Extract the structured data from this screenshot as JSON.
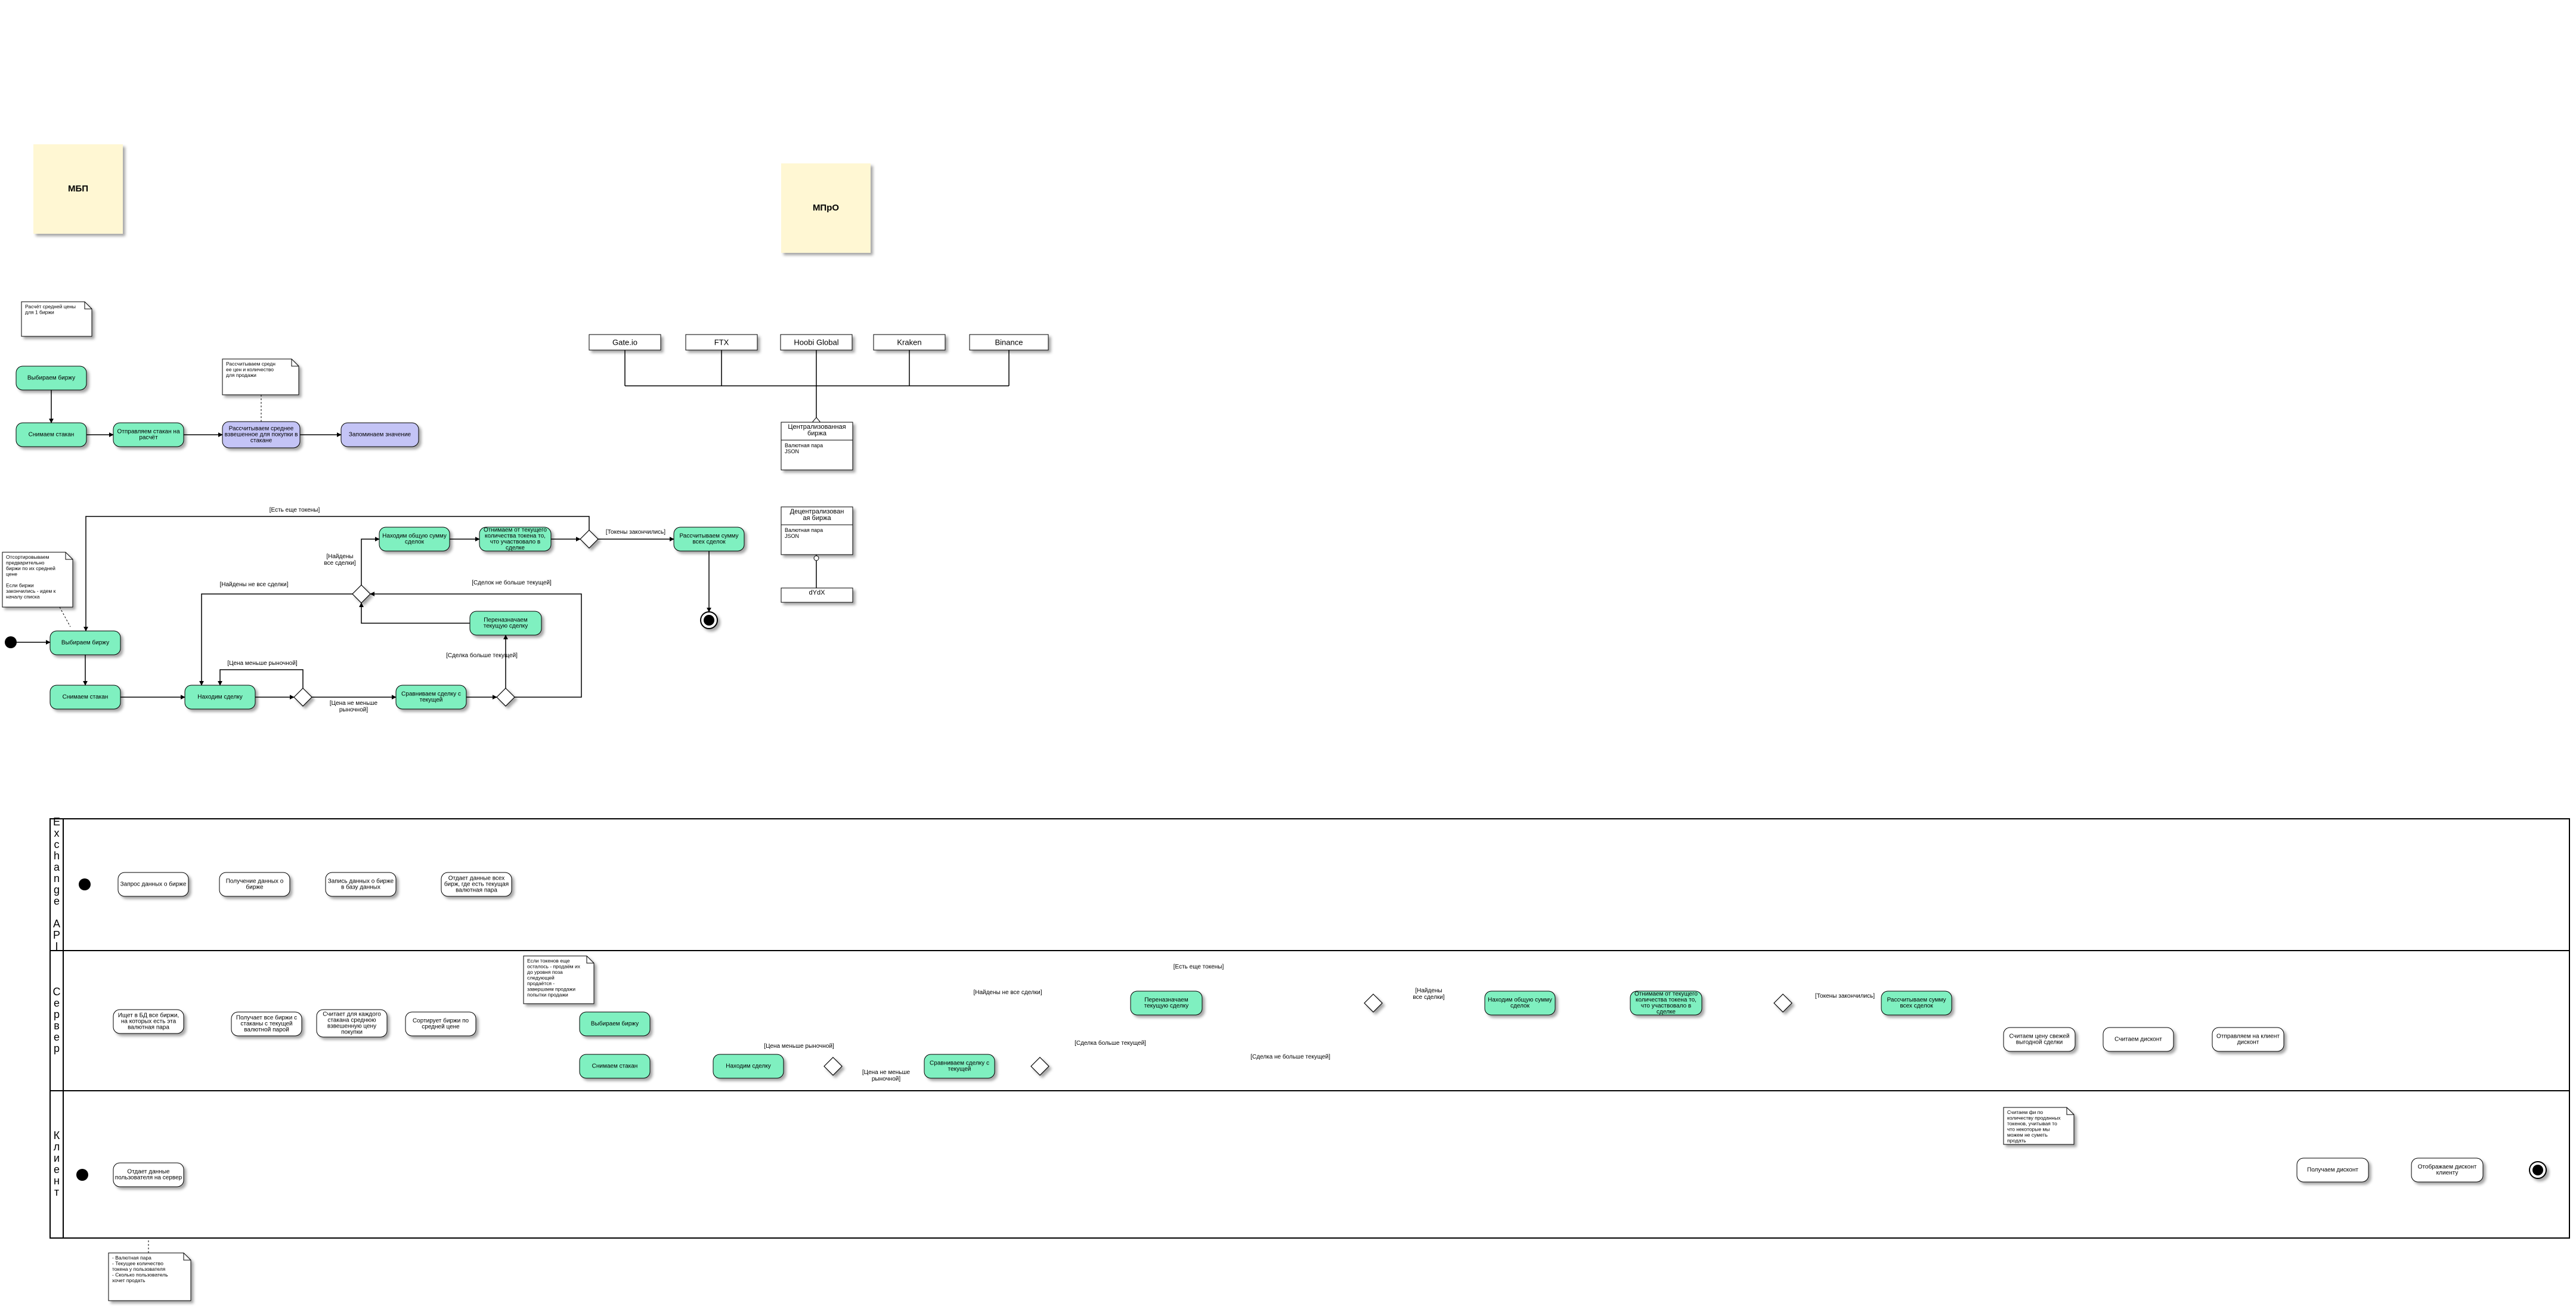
{
  "stickies": [
    {
      "id": "mbp",
      "label": "МБП"
    },
    {
      "id": "mpro",
      "label": "МПрО"
    }
  ],
  "notes": {
    "avg_price": [
      "Расчёт средней цены",
      "для 1 биржи"
    ],
    "avg_weighted": [
      "Рассчитываем средн",
      "ее цен и количество",
      "для продажи"
    ],
    "sort": [
      "Отсортировываем",
      "предварительно",
      "биржи по их средней",
      "цене",
      "",
      "Если биржи",
      "закончились - идем к",
      "началу списка"
    ],
    "server_tokens": [
      "Если токенов еще",
      "осталось - продаём их",
      "до уровня поза",
      "следующей",
      "продаётся - ",
      "завершаем продажи",
      "попытки продажи"
    ],
    "client_req": [
      "- Валютная пара",
      "- Текущее количество",
      "токена у пользователя",
      "- Сколько пользователь",
      "хочет продать"
    ],
    "fee": [
      "Считаем фи по",
      "количеству проданных",
      "токенов, учитывая то",
      "что некоторые мы",
      "можем не суметь",
      "продать"
    ]
  },
  "exchanges": [
    "Gate.io",
    "FTX",
    "Hoobi Global",
    "Kraken",
    "Binance"
  ],
  "classes": {
    "centralized": {
      "title": [
        "Централизованная",
        "биржа"
      ],
      "attrs": [
        "Валютная пара",
        "JSON"
      ]
    },
    "decentralized": {
      "title": [
        "Децентрализован",
        "ая биржа"
      ],
      "attrs": [
        "Валютная пара",
        "JSON"
      ]
    },
    "dydx": {
      "title": [
        "dYdX"
      ]
    }
  },
  "flow1": {
    "choose_exchange": "Выбираем биржу",
    "take_orderbook": "Снимаем стакан",
    "send_orderbook": [
      "Отправляем стакан на",
      "расчёт"
    ],
    "calc_weighted": [
      "Рассчитываем среднее",
      "взвешенное для покупки в",
      "стакане"
    ],
    "store_value": "Запоминаем значение"
  },
  "flow2": {
    "choose_exchange": "Выбираем биржу",
    "take_orderbook": "Снимаем стакан",
    "find_deal": "Находим сделку",
    "compare_deal": [
      "Сравниваем сделку с",
      "текущей"
    ],
    "reassign_deal": [
      "Переназначаем",
      "текущую сделку"
    ],
    "find_total": [
      "Находим общую сумму",
      "сделок"
    ],
    "subtract": [
      "Отнимаем от текущего",
      "количества токена то,",
      "что участвовало в",
      "сделке"
    ],
    "calc_total": [
      "Рассчитываем сумму",
      "всех сделок"
    ],
    "guards": {
      "more_tokens": "[Есть еще токены]",
      "tokens_over": "[Токены закончились]",
      "all_found": [
        "[Найдены",
        "все сделки]"
      ],
      "not_all": "[Найдены не все сделки]",
      "no_more_than": "[Сделок не больше текущей]",
      "more_than": "[Сделка больше текущей]",
      "price_less": "[Цена меньше рыночной]",
      "price_not_less": [
        "[Цена не меньше",
        "рыночной]"
      ]
    }
  },
  "lanes": {
    "exchange_api": "Exchange API",
    "server": "Сервер",
    "client": "Клиент"
  },
  "swim": {
    "api_request": "Запрос данных о бирже",
    "api_receive": [
      "Получение данных о",
      "бирже"
    ],
    "api_write": [
      "Запись данных о бирже",
      "в базу данных"
    ],
    "api_send": [
      "Отдает данные всех",
      "бирж, где есть текущая",
      "валютная пара"
    ],
    "srv_search": [
      "Ищет в БД все биржи,",
      "на которых есть эта",
      "валютная пара"
    ],
    "srv_get": [
      "Получает все биржи с",
      "стаканы с текущей",
      "валютной парой"
    ],
    "srv_count": [
      "Считает для каждого",
      "стакана среднюю",
      "взвешенную цену",
      "покупки"
    ],
    "srv_sort": [
      "Сортирует биржи по",
      "средней цене"
    ],
    "srv_choose": "Выбираем биржу",
    "srv_take": "Снимаем стакан",
    "srv_find": "Находим сделку",
    "srv_compare": [
      "Сравниваем сделку с",
      "текущей"
    ],
    "srv_reassign": [
      "Переназначаем",
      "текущую сделку"
    ],
    "srv_total": [
      "Находим общую сумму",
      "сделок"
    ],
    "srv_subtract": [
      "Отнимаем от текущего",
      "количества токена то,",
      "что участвовало в",
      "сделке"
    ],
    "srv_calc_total": [
      "Рассчитываем сумму",
      "всех сделок"
    ],
    "srv_fee_price": [
      "Считаем цену свежей",
      "выгодной сделки"
    ],
    "srv_discount": "Считаем дисконт",
    "srv_send_discount": [
      "Отправляем на клиент",
      "дисконт"
    ],
    "cl_send": [
      "Отдает данные",
      "пользователя на сервер"
    ],
    "cl_receive": "Получаем дисконт",
    "cl_show": [
      "Отображаем дисконт",
      "клиенту"
    ],
    "guards": {
      "more_tokens": "[Есть еще токены]",
      "tokens_over": "[Токены закончились]",
      "all_found": [
        "[Найдены",
        "все сделки]"
      ],
      "not_all": "[Найдены не все сделки]",
      "price_less": "[Цена меньше рыночной]",
      "price_not_less": [
        "[Цена не меньше",
        "рыночной]"
      ],
      "more_than": "[Сделка больше текущей]",
      "no_more_than": "[Сделка не больше текущей]"
    }
  },
  "colors": {
    "green": "#7ff0c0",
    "lavender": "#c4c4f6",
    "sticky": "#fff7d3",
    "border": "#000000"
  }
}
